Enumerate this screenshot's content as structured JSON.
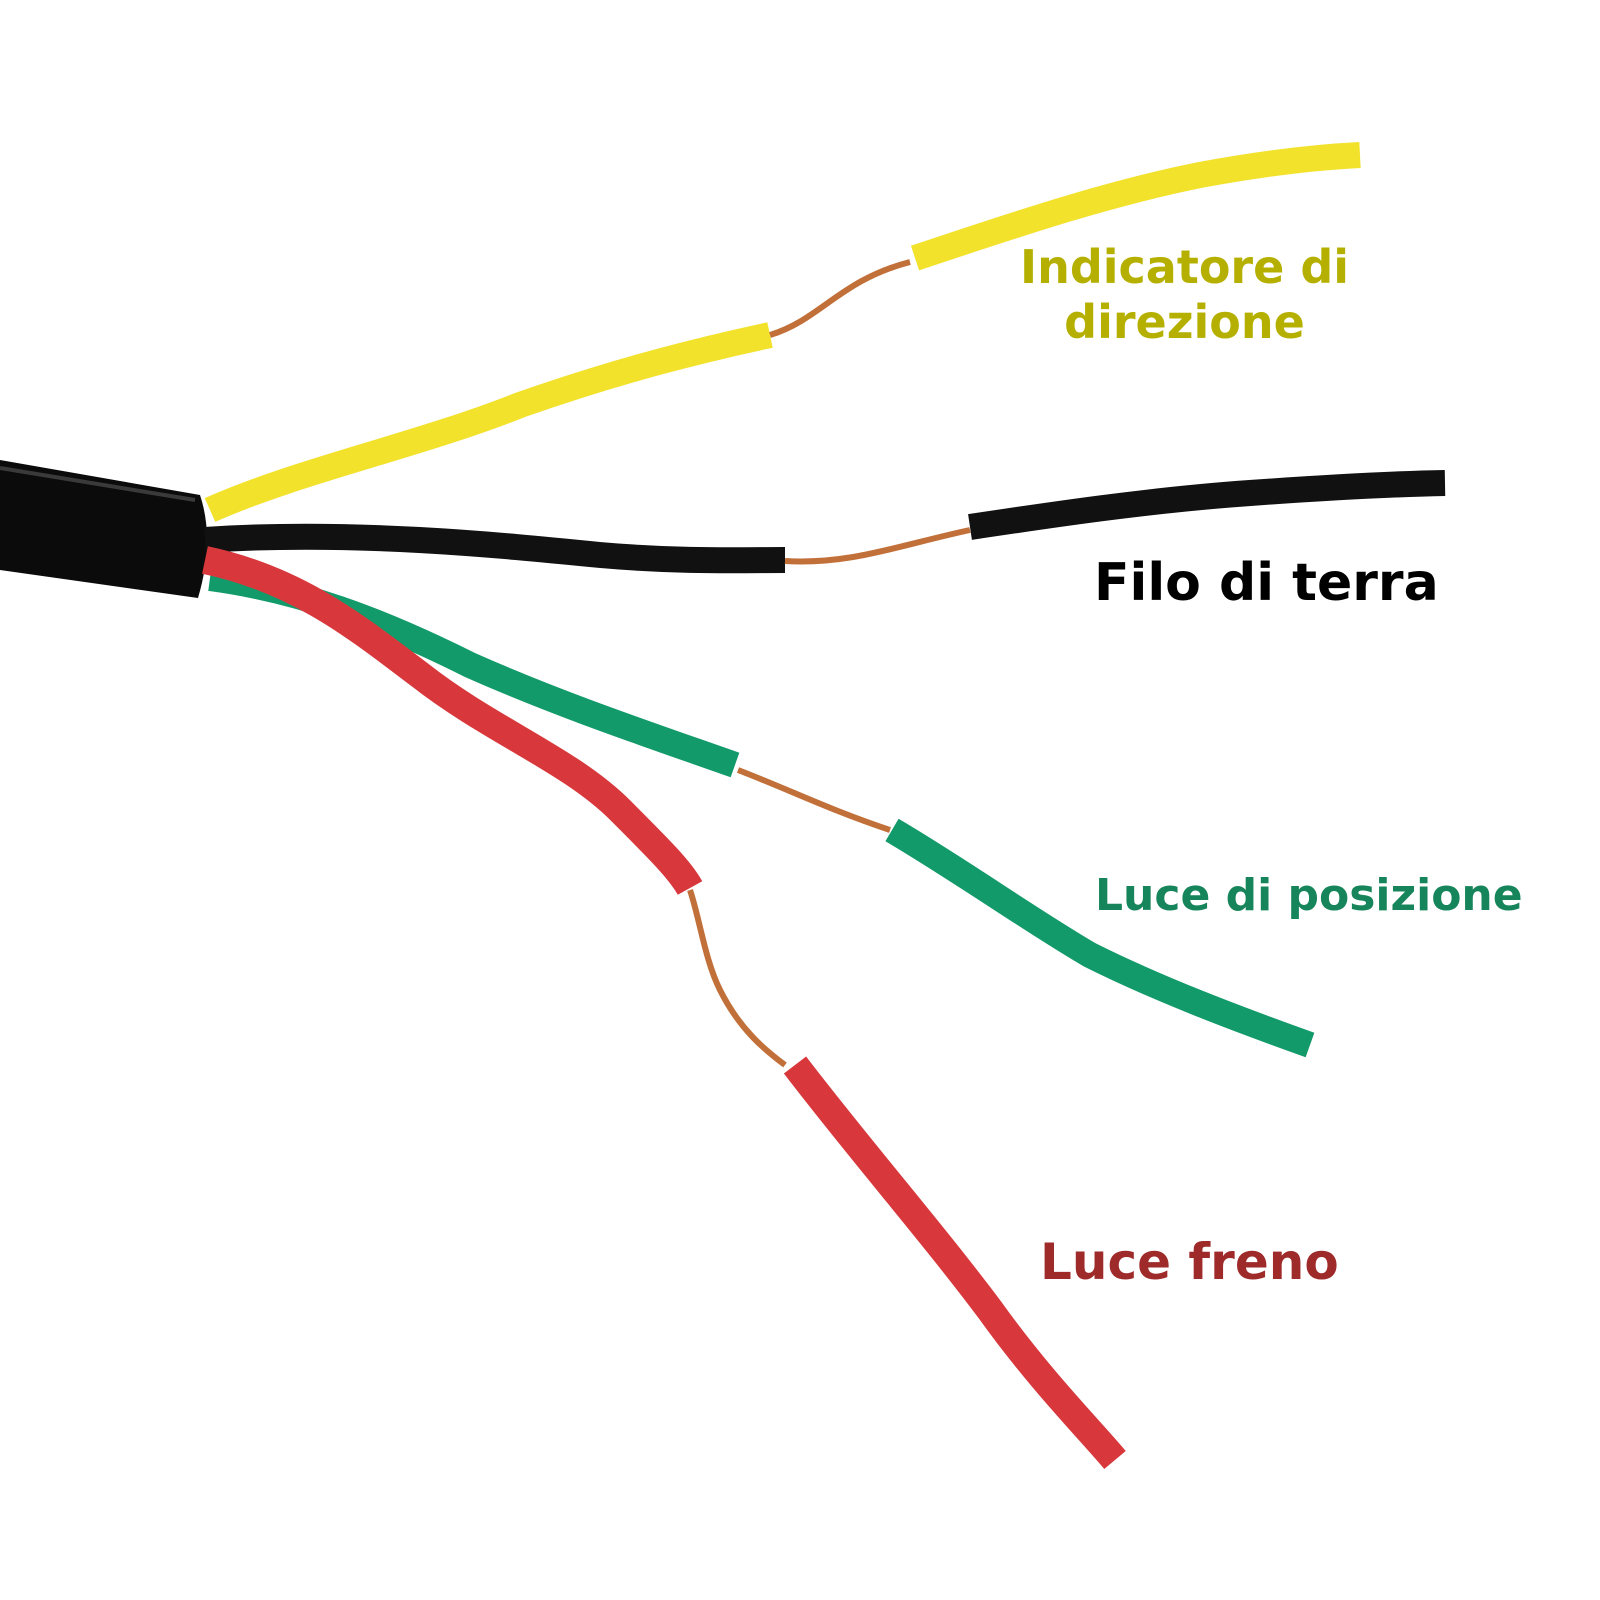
{
  "wires": [
    {
      "color": "#f2e22c",
      "label_color": "#b5b000",
      "label_lines": [
        "Indicatore di",
        "direzione"
      ]
    },
    {
      "color": "#111111",
      "label_color": "#000000",
      "label_lines": [
        "Filo di terra"
      ]
    },
    {
      "color": "#129a6a",
      "label_color": "#17855b",
      "label_lines": [
        "Luce di posizione"
      ]
    },
    {
      "color": "#d8383c",
      "label_color": "#9e2a2a",
      "label_lines": [
        "Luce freno"
      ]
    }
  ],
  "copper_color": "#c2703a",
  "cable_color": "#0b0b0b"
}
